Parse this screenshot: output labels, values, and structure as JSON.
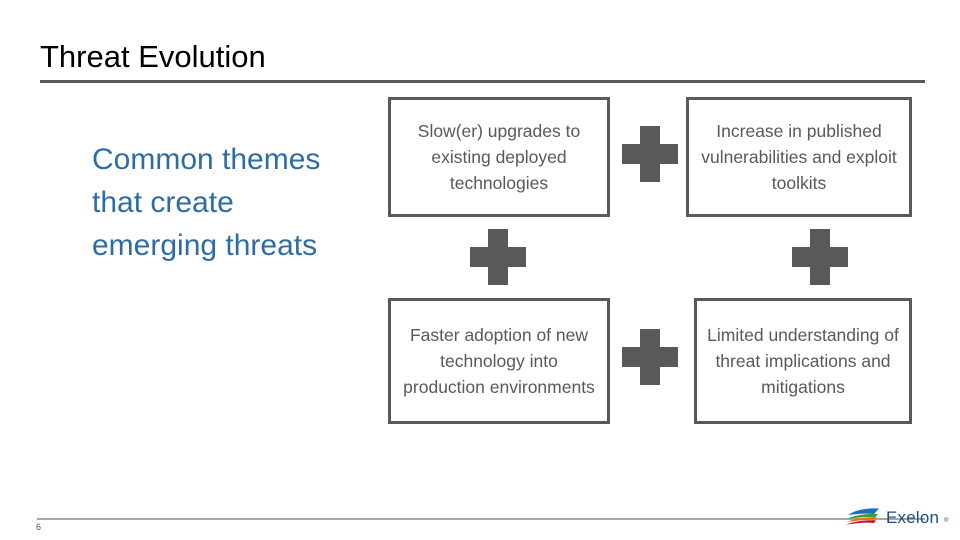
{
  "slide": {
    "title": "Threat Evolution",
    "page_number": "6",
    "lead_text": "Common themes that create emerging threats",
    "accent_blue": "#2e6da4",
    "box_gray": "#595959",
    "rule_gray": "#595959",
    "footer_rule_gray": "#a6a6a6"
  },
  "boxes": [
    {
      "id": "slower-upgrades",
      "text": "Slow(er) upgrades to existing deployed technologies"
    },
    {
      "id": "increase-published",
      "text": "Increase in published vulnerabilities and exploit toolkits"
    },
    {
      "id": "faster-adoption",
      "text": "Faster adoption of new technology into production environments"
    },
    {
      "id": "limited-understanding",
      "text": "Limited understanding of threat implications and mitigations"
    }
  ],
  "connectors": [
    {
      "id": "plus-top-middle",
      "symbol": "plus"
    },
    {
      "id": "plus-left-middle",
      "symbol": "plus"
    },
    {
      "id": "plus-right-middle",
      "symbol": "plus"
    },
    {
      "id": "plus-bottom-middle",
      "symbol": "plus"
    }
  ],
  "logo": {
    "wordmark": "Exelon",
    "trademark": "®",
    "mark_colors": [
      "#1b6ec2",
      "#3f9c35",
      "#e8731c",
      "#c8102e"
    ]
  }
}
